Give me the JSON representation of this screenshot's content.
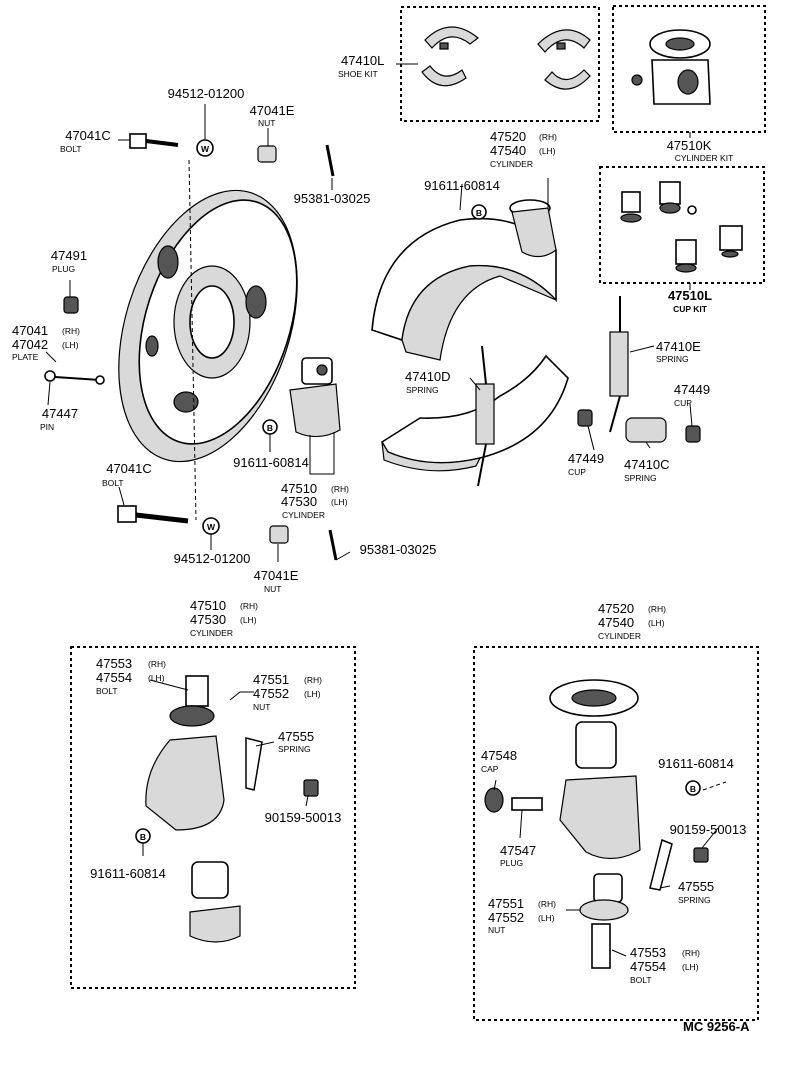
{
  "labels": {
    "shoe_kit": {
      "pn": "47410L",
      "desc": "SHOE KIT"
    },
    "cylinder_kit": {
      "pn": "47510K",
      "desc": "CYLINDER KIT"
    },
    "cup_kit": {
      "pn": "47510L",
      "desc": "CUP KIT"
    },
    "washer_top": {
      "pn": "94512-01200"
    },
    "nut_top": {
      "pn": "47041E",
      "desc": "NUT"
    },
    "bolt_top": {
      "pn": "47041C",
      "desc": "BOLT"
    },
    "pin_top": {
      "pn": "95381-03025"
    },
    "plug": {
      "pn": "47491",
      "desc": "PLUG"
    },
    "plate": {
      "pn_rh": "47041",
      "rh": "(RH)",
      "pn_lh": "47042",
      "lh": "(LH)",
      "desc": "PLATE"
    },
    "pin": {
      "pn": "47447",
      "desc": "PIN"
    },
    "bleeder_mid": {
      "pn": "91611-60814"
    },
    "cyl_mid": {
      "pn_rh": "47510",
      "rh": "(RH)",
      "pn_lh": "47530",
      "lh": "(LH)",
      "desc": "CYLINDER"
    },
    "bolt_bot": {
      "pn": "47041C",
      "desc": "BOLT"
    },
    "washer_bot": {
      "pn": "94512-01200"
    },
    "pin_bot": {
      "pn": "95381-03025"
    },
    "nut_bot": {
      "pn": "47041E",
      "desc": "NUT"
    },
    "cyl_upper": {
      "pn_rh": "47520",
      "rh": "(RH)",
      "pn_lh": "47540",
      "lh": "(LH)",
      "desc": "CYLINDER"
    },
    "bleeder_upper": {
      "pn": "91611-60814"
    },
    "spring_e": {
      "pn": "47410E",
      "desc": "SPRING"
    },
    "spring_d": {
      "pn": "47410D",
      "desc": "SPRING"
    },
    "cup_r": {
      "pn": "47449",
      "desc": "CUP"
    },
    "cup_l": {
      "pn": "47449",
      "desc": "CUP"
    },
    "spring_c": {
      "pn": "47410C",
      "desc": "SPRING"
    },
    "lower_left_title": {
      "pn_rh": "47510",
      "rh": "(RH)",
      "pn_lh": "47530",
      "lh": "(LH)",
      "desc": "CYLINDER"
    },
    "ll_bolt": {
      "pn_rh": "47553",
      "rh": "(RH)",
      "pn_lh": "47554",
      "lh": "(LH)",
      "desc": "BOLT"
    },
    "ll_nut": {
      "pn_rh": "47551",
      "rh": "(RH)",
      "pn_lh": "47552",
      "lh": "(LH)",
      "desc": "NUT"
    },
    "ll_spring": {
      "pn": "47555",
      "desc": "SPRING"
    },
    "ll_screw": {
      "pn": "90159-50013"
    },
    "ll_bleeder": {
      "pn": "91611-60814"
    },
    "lower_right_title": {
      "pn_rh": "47520",
      "rh": "(RH)",
      "pn_lh": "47540",
      "lh": "(LH)",
      "desc": "CYLINDER"
    },
    "lr_cap": {
      "pn": "47548",
      "desc": "CAP"
    },
    "lr_bleeder": {
      "pn": "91611-60814"
    },
    "lr_screw": {
      "pn": "90159-50013"
    },
    "lr_plug": {
      "pn": "47547",
      "desc": "PLUG"
    },
    "lr_spring": {
      "pn": "47555",
      "desc": "SPRING"
    },
    "lr_nut": {
      "pn_rh": "47551",
      "rh": "(RH)",
      "pn_lh": "47552",
      "lh": "(LH)",
      "desc": "NUT"
    },
    "lr_bolt": {
      "pn_rh": "47553",
      "rh": "(RH)",
      "pn_lh": "47554",
      "lh": "(LH)",
      "desc": "BOLT"
    }
  },
  "markers": {
    "bleeder": "B",
    "washer": "W"
  },
  "footer": "MC  9256-A"
}
